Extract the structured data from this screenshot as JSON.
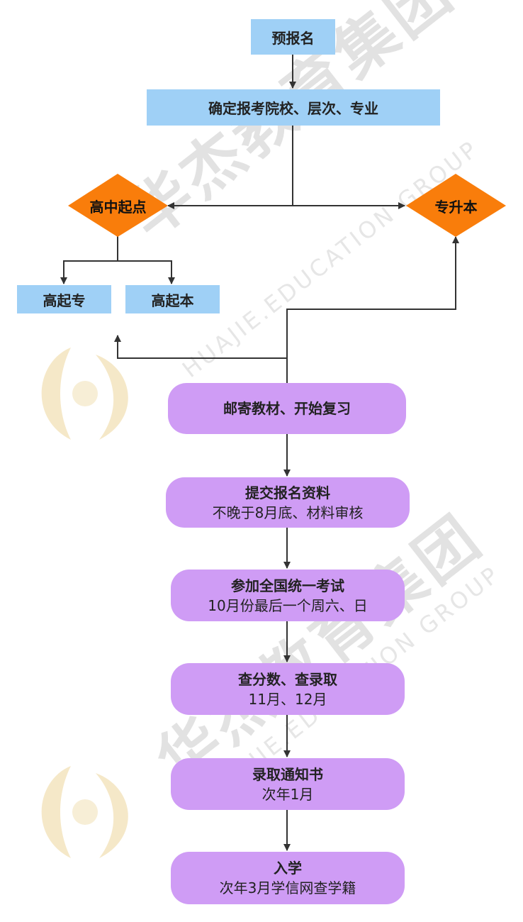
{
  "watermark": {
    "company_cn": "华杰教育集团",
    "company_en": "HUAJIE.EDUCATION GROUP"
  },
  "top": {
    "pre_register": "预报名",
    "confirm": "确定报考院校、层次、专业"
  },
  "branches": {
    "left": "高中起点",
    "right": "专升本",
    "gaoqizhuan": "高起专",
    "gaoqiben": "高起本"
  },
  "steps": [
    {
      "title": "邮寄教材、开始复习",
      "sub": ""
    },
    {
      "title": "提交报名资料",
      "sub": "不晚于8月底、材料审核"
    },
    {
      "title": "参加全国统一考试",
      "sub": "10月份最后一个周六、日"
    },
    {
      "title": "查分数、查录取",
      "sub": "11月、12月"
    },
    {
      "title": "录取通知书",
      "sub": "次年1月"
    },
    {
      "title": "入学",
      "sub": "次年3月学信网查学籍"
    }
  ],
  "colors": {
    "blue_box": "#9fd0f6",
    "orange_diamond": "#f97d0b",
    "purple_box": "#cf9cf5",
    "line": "#333333"
  }
}
